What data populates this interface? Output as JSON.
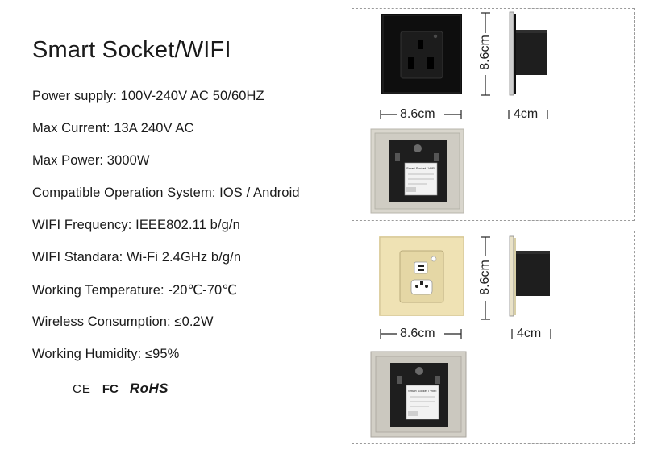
{
  "title": "Smart Socket/WIFI",
  "specs": [
    "Power supply: 100V-240V AC 50/60HZ",
    "Max Current: 13A 240V AC",
    "Max Power: 3000W",
    "Compatible Operation System: IOS / Android",
    "WIFI Frequency: IEEE802.11 b/g/n",
    "WIFI Standara: Wi-Fi 2.4GHz b/g/n",
    "Working Temperature: -20℃-70℃",
    "Wireless Consumption: ≤0.2W",
    "Working Humidity: ≤95%"
  ],
  "certifications": {
    "ce": "CE",
    "fc": "FC",
    "rohs": "RoHS"
  },
  "panel_black": {
    "height_label": "8.6cm",
    "width_label": "8.6cm",
    "depth_label": "4cm",
    "back_label_title": "Smart Socket / WiFi"
  },
  "panel_gold": {
    "height_label": "8.6cm",
    "width_label": "8.6cm",
    "depth_label": "4cm",
    "back_label_title": "Smart Socket / WiFi"
  },
  "colors": {
    "black_glass": "#111111",
    "gold_glass": "#efe1b0",
    "back_plate": "#dad7cf",
    "module": "#1e1e1e"
  }
}
